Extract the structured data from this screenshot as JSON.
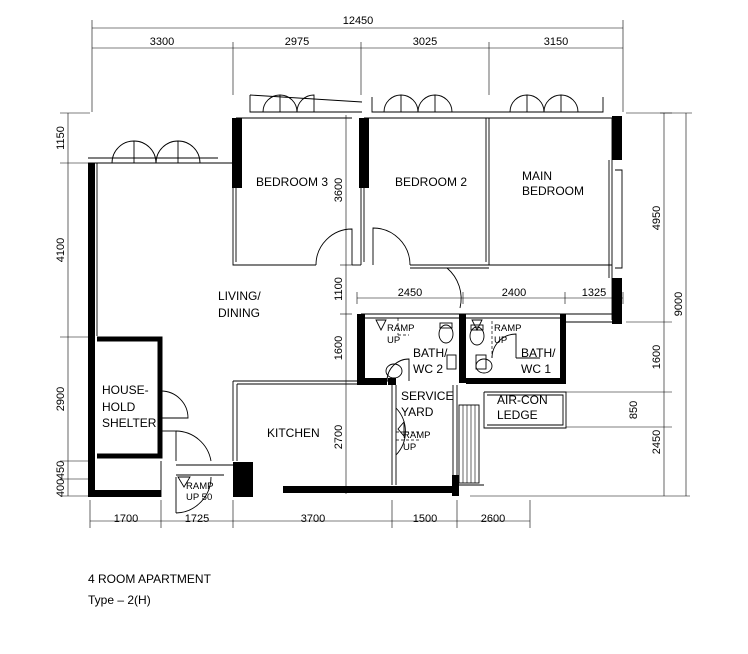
{
  "dimensions": {
    "total_width": "12450",
    "top": [
      "3300",
      "2975",
      "3025",
      "3150"
    ],
    "bottom": [
      "1700",
      "1725",
      "3700",
      "1500",
      "2600"
    ],
    "left": [
      "1150",
      "4100",
      "2900",
      "450",
      "400"
    ],
    "right_inner": [
      "4950",
      "1600",
      "850",
      "2450"
    ],
    "right_outer": "9000",
    "interior_horizontal": [
      "2450",
      "2400",
      "1325"
    ],
    "interior_vertical": [
      "3600",
      "1100",
      "1600",
      "2700"
    ]
  },
  "rooms": {
    "bedroom3": "BEDROOM 3",
    "bedroom2": "BEDROOM 2",
    "main_bedroom_line1": "MAIN",
    "main_bedroom_line2": "BEDROOM",
    "living_line1": "LIVING/",
    "living_line2": "DINING",
    "household_line1": "HOUSE-",
    "household_line2": "HOLD",
    "household_line3": "SHELTER",
    "kitchen": "KITCHEN",
    "service_line1": "SERVICE",
    "service_line2": "YARD",
    "aircon_line1": "AIR-CON",
    "aircon_line2": "LEDGE",
    "bath2_line1": "BATH/",
    "bath2_line2": "WC 2",
    "bath1_line1": "BATH/",
    "bath1_line2": "WC 1"
  },
  "ramps": {
    "bath2_line1": "RAMP",
    "bath2_line2": "UP",
    "bath1_line1": "RAMP",
    "bath1_line2": "UP",
    "service_line1": "RAMP",
    "service_line2": "UP",
    "entrance_line1": "RAMP",
    "entrance_line2": "UP 50"
  },
  "caption": {
    "title": "4 ROOM APARTMENT",
    "type": "Type  –  2(H)"
  }
}
